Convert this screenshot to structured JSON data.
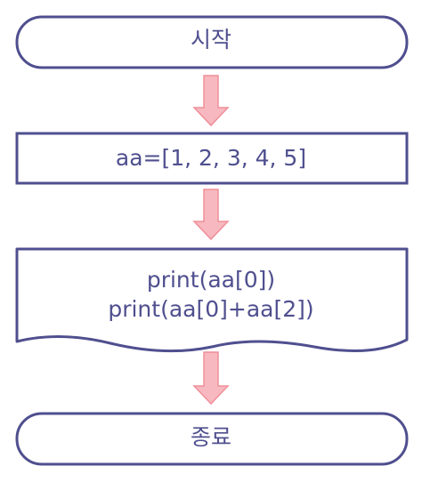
{
  "diagram": {
    "start": "시작",
    "process": "aa=[1, 2, 3, 4, 5]",
    "output": [
      "print(aa[0])",
      "print(aa[0]+aa[2])"
    ],
    "end": "종료"
  },
  "colors": {
    "stroke": "#4f4f8f",
    "text": "#4f4f8f",
    "arrow_fill": "#f7b8bf",
    "arrow_stroke": "#ef8f99"
  }
}
